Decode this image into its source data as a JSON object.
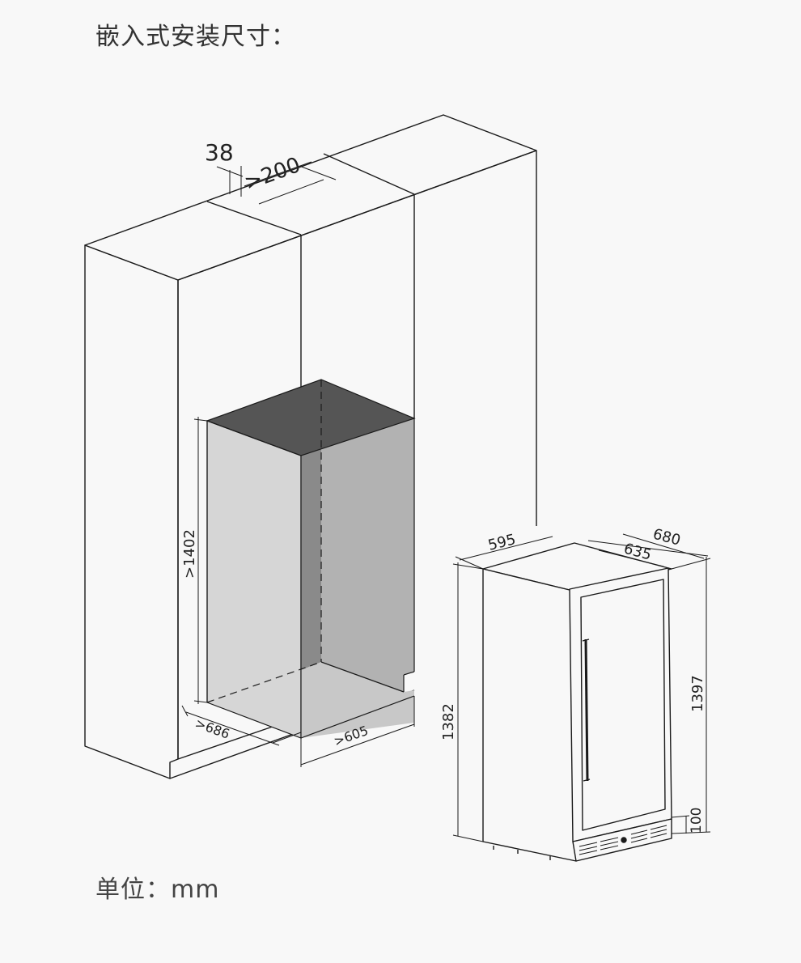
{
  "title": "嵌入式安装尺寸：",
  "units_label": "单位：mm",
  "dimensions": {
    "d38": "38",
    "d200": ">200",
    "d1402": ">1402",
    "d686": ">686",
    "d605": ">605",
    "d595": "595",
    "d680": "680",
    "d635": "635",
    "d1382": "1382",
    "d1397": "1397",
    "d100": "100"
  },
  "colors": {
    "background": "#f8f8f8",
    "line": "#1a1a1a",
    "niche_top": "#555555",
    "niche_left_wall": "#d6d6d6",
    "niche_back_wall": "#8a8a8a",
    "niche_right_wall": "#b2b2b2",
    "niche_floor": "#c8c8c8"
  },
  "icons": {
    "cabinet": "cabinet-outline-icon",
    "appliance": "wine-cooler-icon"
  }
}
